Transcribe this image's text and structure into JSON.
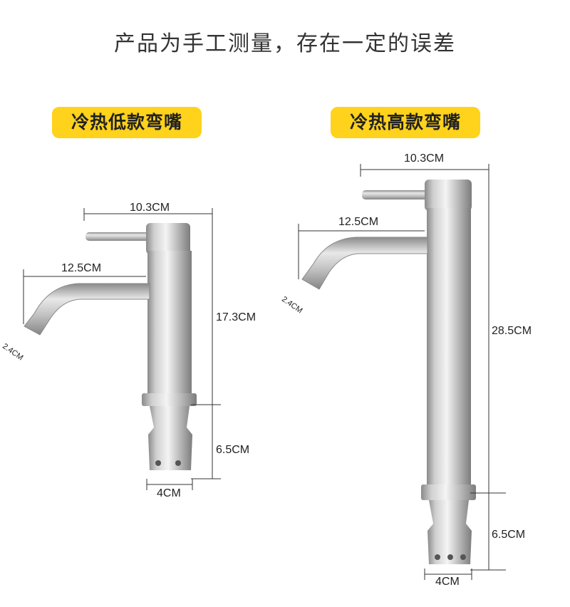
{
  "headline": "产品为手工测量，存在一定的误差",
  "left_product": {
    "badge": "冷热低款弯嘴",
    "dims": {
      "width_top": "10.3CM",
      "spout_length": "12.5CM",
      "spout_tip": "2.4CM",
      "body_height": "17.3CM",
      "base_height": "6.5CM",
      "base_width": "4CM"
    }
  },
  "right_product": {
    "badge": "冷热高款弯嘴",
    "dims": {
      "width_top": "10.3CM",
      "spout_length": "12.5CM",
      "spout_tip": "2.4CM",
      "body_height": "28.5CM",
      "base_height": "6.5CM",
      "base_width": "4CM"
    }
  },
  "colors": {
    "badge": "#ffd21c",
    "steel_light": "#e6e6e6",
    "steel_dark": "#8f8f8f"
  }
}
